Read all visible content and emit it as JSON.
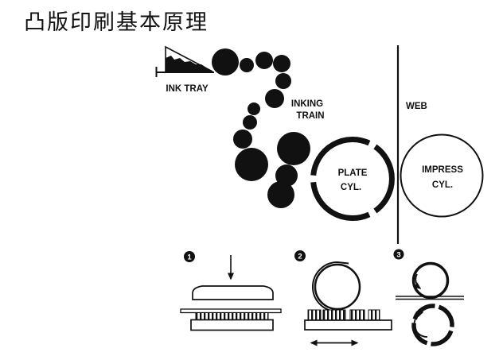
{
  "title": "凸版印刷基本原理",
  "main_diagram": {
    "ink_tray_label": "INK TRAY",
    "inking_train_label_line1": "INKING",
    "inking_train_label_line2": "TRAIN",
    "web_label": "WEB",
    "plate_cylinder_label_line1": "PLATE",
    "plate_cylinder_label_line2": "CYL.",
    "impression_cylinder_label_line1": "IMPRESS",
    "impression_cylinder_label_line2": "CYL."
  },
  "press_type_steps": {
    "step1_number": "1",
    "step2_number": "2",
    "step3_number": "3"
  },
  "colors": {
    "ink": "#000000",
    "paper": "#ffffff"
  }
}
